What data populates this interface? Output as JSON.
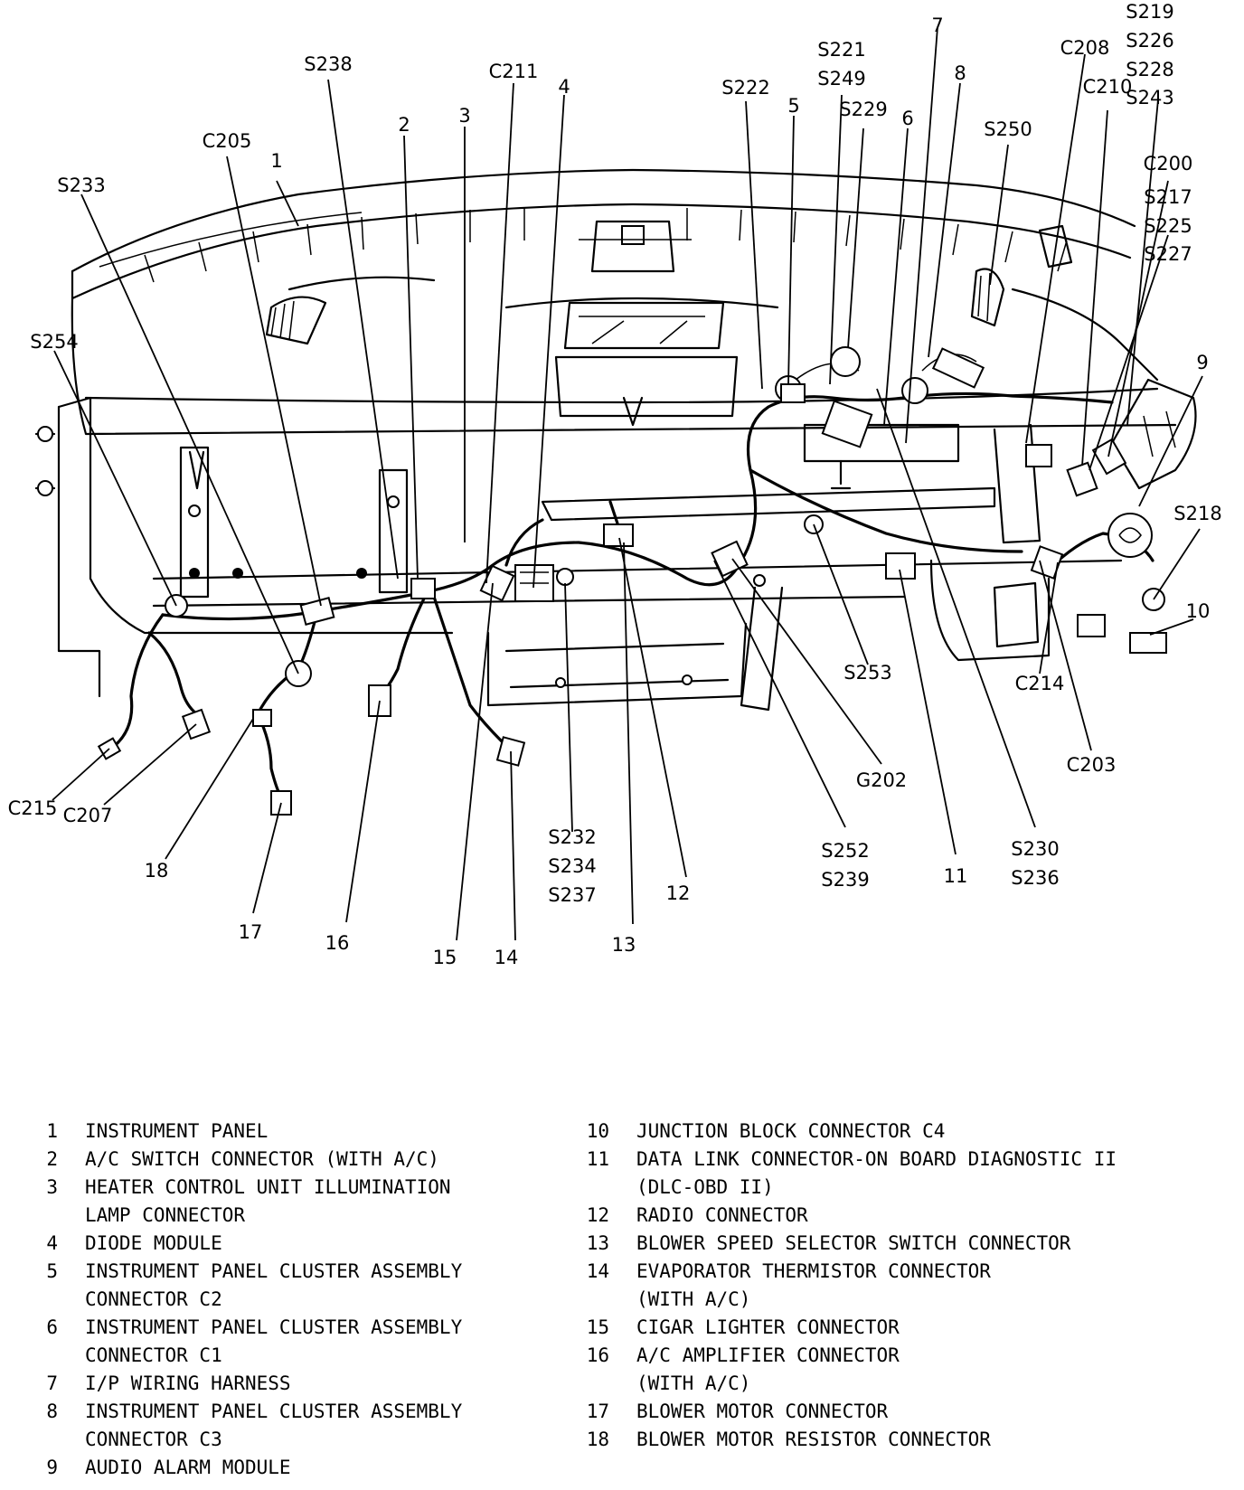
{
  "callouts": [
    {
      "id": "s219",
      "text": "S219"
    },
    {
      "id": "s226",
      "text": "S226"
    },
    {
      "id": "s228",
      "text": "S228"
    },
    {
      "id": "s243",
      "text": "S243"
    },
    {
      "id": "n7",
      "text": "7"
    },
    {
      "id": "s221",
      "text": "S221"
    },
    {
      "id": "s249",
      "text": "S249"
    },
    {
      "id": "c208",
      "text": "C208"
    },
    {
      "id": "n8",
      "text": "8"
    },
    {
      "id": "c210",
      "text": "C210"
    },
    {
      "id": "s238",
      "text": "S238"
    },
    {
      "id": "c211",
      "text": "C211"
    },
    {
      "id": "n4",
      "text": "4"
    },
    {
      "id": "s222",
      "text": "S222"
    },
    {
      "id": "n5",
      "text": "5"
    },
    {
      "id": "s229",
      "text": "S229"
    },
    {
      "id": "n6",
      "text": "6"
    },
    {
      "id": "n3",
      "text": "3"
    },
    {
      "id": "n2",
      "text": "2"
    },
    {
      "id": "s250",
      "text": "S250"
    },
    {
      "id": "c205",
      "text": "C205"
    },
    {
      "id": "c200",
      "text": "C200"
    },
    {
      "id": "n1",
      "text": "1"
    },
    {
      "id": "s233",
      "text": "S233"
    },
    {
      "id": "s217",
      "text": "S217"
    },
    {
      "id": "s225",
      "text": "S225"
    },
    {
      "id": "s227",
      "text": "S227"
    },
    {
      "id": "s254",
      "text": "S254"
    },
    {
      "id": "n9",
      "text": "9"
    },
    {
      "id": "s218",
      "text": "S218"
    },
    {
      "id": "n10",
      "text": "10"
    },
    {
      "id": "s253",
      "text": "S253"
    },
    {
      "id": "c214",
      "text": "C214"
    },
    {
      "id": "c203",
      "text": "C203"
    },
    {
      "id": "g202",
      "text": "G202"
    },
    {
      "id": "c215",
      "text": "C215"
    },
    {
      "id": "c207",
      "text": "C207"
    },
    {
      "id": "s232",
      "text": "S232"
    },
    {
      "id": "s234",
      "text": "S234"
    },
    {
      "id": "s237",
      "text": "S237"
    },
    {
      "id": "s252",
      "text": "S252"
    },
    {
      "id": "s239",
      "text": "S239"
    },
    {
      "id": "n11",
      "text": "11"
    },
    {
      "id": "s230",
      "text": "S230"
    },
    {
      "id": "s236",
      "text": "S236"
    },
    {
      "id": "n18",
      "text": "18"
    },
    {
      "id": "n12",
      "text": "12"
    },
    {
      "id": "n17",
      "text": "17"
    },
    {
      "id": "n16",
      "text": "16"
    },
    {
      "id": "n13",
      "text": "13"
    },
    {
      "id": "n15",
      "text": "15"
    },
    {
      "id": "n14",
      "text": "14"
    }
  ],
  "legend": {
    "left": [
      {
        "num": "1",
        "lines": [
          "INSTRUMENT PANEL"
        ]
      },
      {
        "num": "2",
        "lines": [
          "A/C SWITCH CONNECTOR (WITH A/C)"
        ]
      },
      {
        "num": "3",
        "lines": [
          "HEATER CONTROL UNIT ILLUMINATION",
          "LAMP CONNECTOR"
        ]
      },
      {
        "num": "4",
        "lines": [
          "DIODE MODULE"
        ]
      },
      {
        "num": "5",
        "lines": [
          "INSTRUMENT PANEL CLUSTER ASSEMBLY",
          "CONNECTOR C2"
        ]
      },
      {
        "num": "6",
        "lines": [
          "INSTRUMENT PANEL CLUSTER ASSEMBLY",
          "CONNECTOR C1"
        ]
      },
      {
        "num": "7",
        "lines": [
          "I/P WIRING HARNESS"
        ]
      },
      {
        "num": "8",
        "lines": [
          "INSTRUMENT PANEL CLUSTER ASSEMBLY",
          "CONNECTOR C3"
        ]
      },
      {
        "num": "9",
        "lines": [
          "AUDIO ALARM MODULE"
        ]
      }
    ],
    "right": [
      {
        "num": "10",
        "lines": [
          "JUNCTION BLOCK CONNECTOR C4"
        ]
      },
      {
        "num": "11",
        "lines": [
          "DATA LINK CONNECTOR-ON BOARD DIAGNOSTIC II",
          "(DLC-OBD II)"
        ]
      },
      {
        "num": "12",
        "lines": [
          "RADIO CONNECTOR"
        ]
      },
      {
        "num": "13",
        "lines": [
          "BLOWER SPEED SELECTOR SWITCH CONNECTOR"
        ]
      },
      {
        "num": "14",
        "lines": [
          "EVAPORATOR THERMISTOR CONNECTOR",
          "(WITH A/C)"
        ]
      },
      {
        "num": "15",
        "lines": [
          "CIGAR LIGHTER CONNECTOR"
        ]
      },
      {
        "num": "16",
        "lines": [
          "A/C AMPLIFIER CONNECTOR",
          "(WITH A/C)"
        ]
      },
      {
        "num": "17",
        "lines": [
          "BLOWER MOTOR CONNECTOR"
        ]
      },
      {
        "num": "18",
        "lines": [
          "BLOWER MOTOR RESISTOR CONNECTOR"
        ]
      }
    ]
  }
}
